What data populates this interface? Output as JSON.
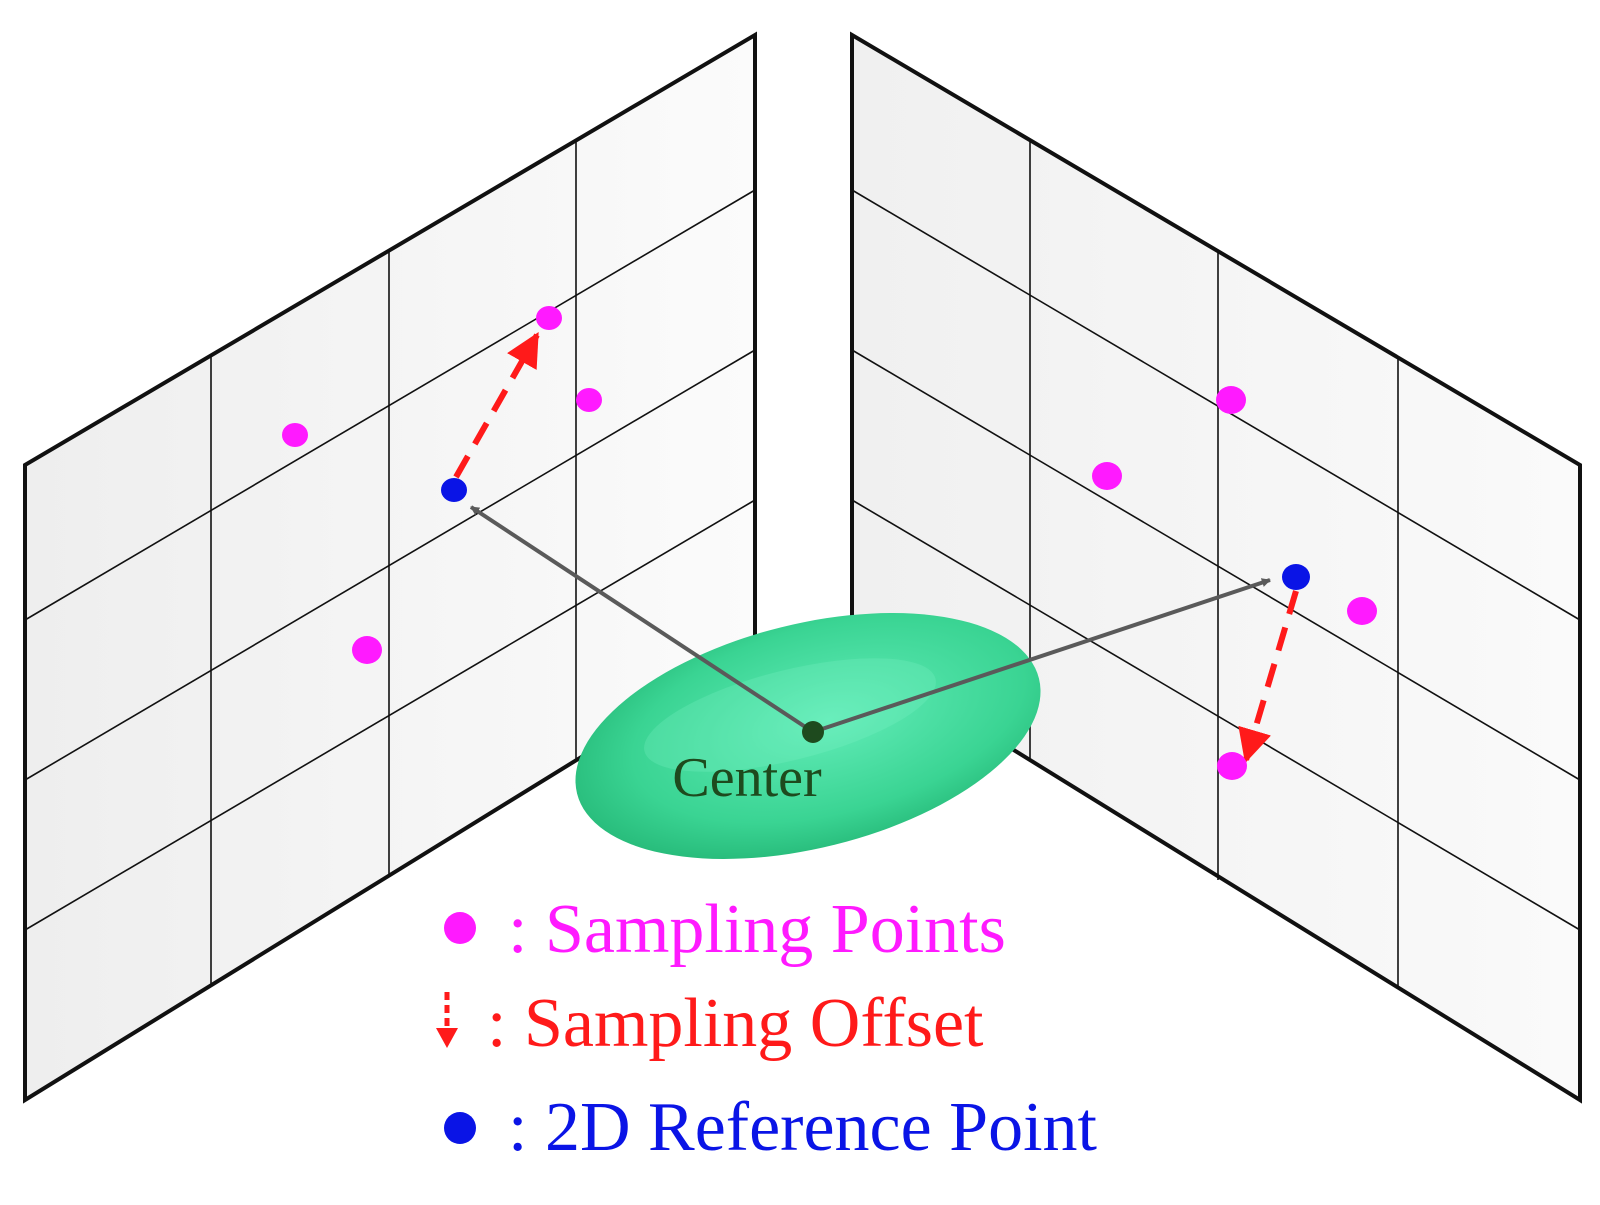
{
  "center": {
    "label": "Center"
  },
  "legend": {
    "sampling_points": ": Sampling Points",
    "sampling_offset": ": Sampling Offset",
    "reference_point": ": 2D Reference Point"
  },
  "colors": {
    "sampling_point": "#ff1aff",
    "reference_point": "#0a14e6",
    "offset_arrow": "#ff1a1a",
    "projection_arrow": "#5a5a5a",
    "center_blob": "#3fd89a",
    "center_label": "#1e4a1e",
    "panel_fill": "#f6f6f6",
    "panel_border": "#111111"
  }
}
